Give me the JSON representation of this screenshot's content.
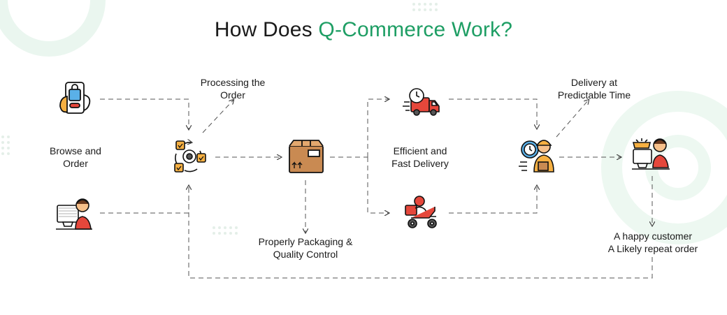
{
  "title": {
    "prefix": "How Does ",
    "accent": "Q-Commerce Work?"
  },
  "labels": {
    "browse_order": [
      "Browse and",
      "Order"
    ],
    "processing": [
      "Processing the",
      "Order"
    ],
    "packaging": [
      "Properly Packaging &",
      "Quality Control"
    ],
    "fast_delivery": [
      "Efficient and",
      "Fast Delivery"
    ],
    "delivery_time": [
      "Delivery at",
      "Predictable Time"
    ],
    "happy_customer": [
      "A happy customer",
      "A Likely repeat order"
    ]
  },
  "icons": {
    "phone": "mobile-shopping-icon",
    "shopper": "online-shopper-icon",
    "processing": "order-processing-icon",
    "box": "package-box-icon",
    "truck": "delivery-truck-icon",
    "scooter": "delivery-scooter-icon",
    "courier": "courier-clock-icon",
    "customer": "happy-customer-icon"
  },
  "colors": {
    "accent": "#1e9e64",
    "line": "#555555",
    "icon_orange": "#f6b042",
    "icon_red": "#e5473b",
    "box": "#c98a52"
  }
}
